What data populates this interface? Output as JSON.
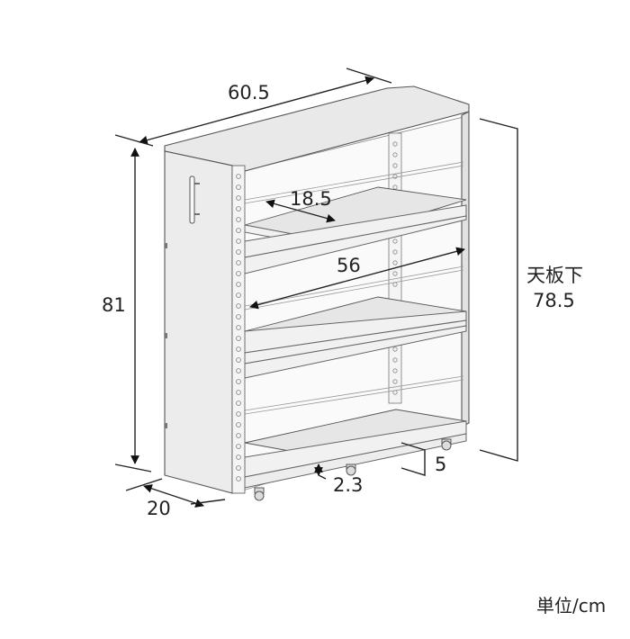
{
  "diagram": {
    "dimensions": {
      "width_top": "60.5",
      "height": "81",
      "depth": "20",
      "shelf_depth": "18.5",
      "inner_width": "56",
      "under_top_label": "天板下",
      "under_top_value": "78.5",
      "caster_gap": "5",
      "bottom_gap": "2.3"
    },
    "unit_label": "単位/cm"
  }
}
